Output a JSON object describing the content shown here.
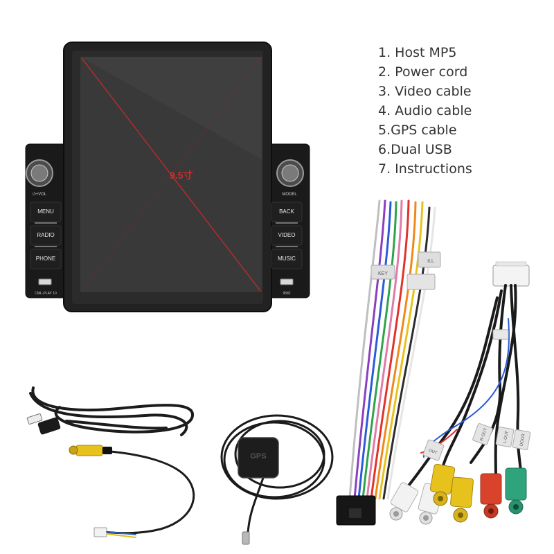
{
  "parts_list": [
    "1. Host MP5",
    "2. Power cord",
    "3. Video cable",
    "4. Audio cable",
    "5.GPS cable",
    "6.Dual USB",
    "7. Instructions"
  ],
  "head_unit": {
    "screen_size_label": "9.5寸",
    "left_buttons": [
      "MENU",
      "RADIO",
      "PHONE"
    ],
    "right_buttons": [
      "BACK",
      "VIDEO",
      "MUSIC"
    ],
    "left_knob_label": "⏻+VOL",
    "right_knob_label": "MODEL",
    "left_model_label": "CML-PLAY 10",
    "right_model_label": "9582"
  },
  "gps_label": "GPS",
  "harness_tags": [
    "KEY",
    "ILL"
  ],
  "rca_tags": [
    "OUT",
    "R-OUT",
    "L-OUT",
    "DOOR"
  ],
  "colors": {
    "screen_diagonal": "#cc2a2a",
    "rca_red": "#d9432b",
    "rca_yellow": "#e8c21c",
    "rca_green": "#2fa37c",
    "rca_white": "#f2f2f2"
  }
}
